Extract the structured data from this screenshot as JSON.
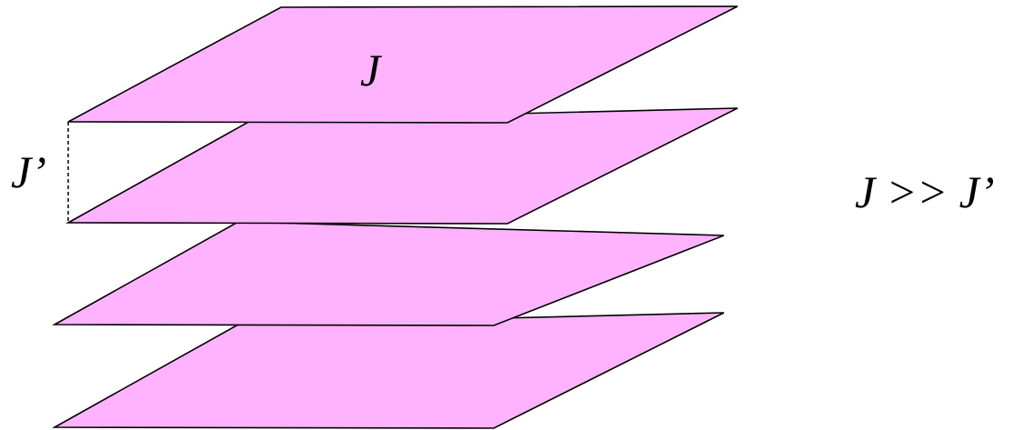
{
  "diagram": {
    "plane_fill": "#ffb3ff",
    "plane_stroke": "#000000",
    "plane_count": 4,
    "labels": {
      "in_plane_coupling": "J",
      "interlayer_coupling": "J’",
      "relation": "J >> J’"
    }
  }
}
